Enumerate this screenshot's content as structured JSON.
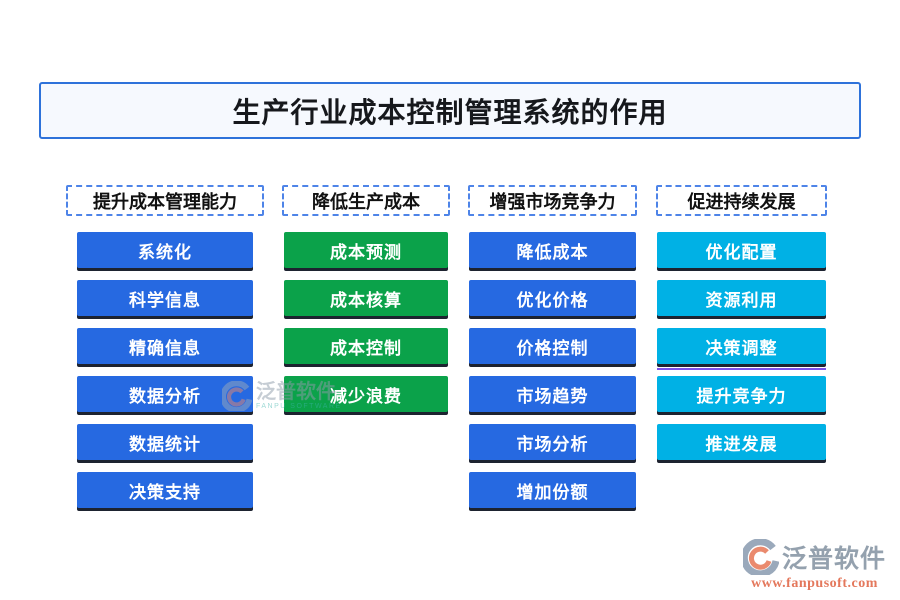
{
  "title": {
    "text": "生产行业成本控制管理系统的作用"
  },
  "columns": [
    {
      "header": "提升成本管理能力",
      "item_color": "#2669e1",
      "items": [
        "系统化",
        "科学信息",
        "精确信息",
        "数据分析",
        "数据统计",
        "决策支持"
      ]
    },
    {
      "header": "降低生产成本",
      "item_color": "#0ba24a",
      "items": [
        "成本预测",
        "成本核算",
        "成本控制",
        "减少浪费"
      ]
    },
    {
      "header": "增强市场竞争力",
      "item_color": "#2669e1",
      "items": [
        "降低成本",
        "优化价格",
        "价格控制",
        "市场趋势",
        "市场分析",
        "增加份额"
      ]
    },
    {
      "header": "促进持续发展",
      "item_color": "#00b1e5",
      "items": [
        "优化配置",
        "资源利用",
        "决策调整",
        "提升竞争力",
        "推进发展"
      ],
      "underlined_item": "决策调整",
      "underline_color": "#7c52e8"
    }
  ],
  "watermarks": {
    "center": {
      "brand": "泛普软件",
      "subtext": "FANPU SOFTWARE"
    },
    "footer": {
      "brand": "泛普软件",
      "url": "www.fanpusoft.com"
    }
  },
  "icons": {
    "logo": "fanpu-logo-icon"
  },
  "palette": {
    "title_border": "#2e72da",
    "title_background": "#f6f9fe",
    "header_dashed_border": "#4e84e8",
    "item_shadow": "#1d2330",
    "watermark_gray": "#94a1ae",
    "watermark_salmon": "#e4785c",
    "watermark_teal": "#3fb4ad"
  }
}
